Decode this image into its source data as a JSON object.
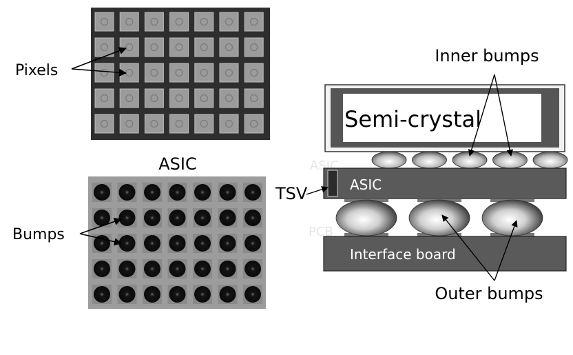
{
  "labels": {
    "pixels": "Pixels",
    "asic_top": "ASIC",
    "bumps": "Bumps",
    "inner_bumps": "Inner bumps",
    "semi_crystal": "Semi-crystal",
    "tsv": "TSV",
    "asic_layer": "ASIC",
    "interface_board": "Interface board",
    "outer_bumps": "Outer bumps",
    "faint_asic": "ASIC",
    "faint_pcb": "PCB"
  },
  "pixel_array": {
    "rows": 5,
    "cols": 7
  },
  "bump_array": {
    "rows": 5,
    "cols": 7
  },
  "inner_bump_count": 5,
  "outer_bump_count": 3,
  "colors": {
    "pixel_bg": "#2e2e2e",
    "pixel_pad": "#9b9b9b",
    "bump_bg": "#9c9c9c",
    "bump_ball": "#141414",
    "layer_dark": "#555555",
    "text": "#000000",
    "layer_text": "#ffffff"
  }
}
